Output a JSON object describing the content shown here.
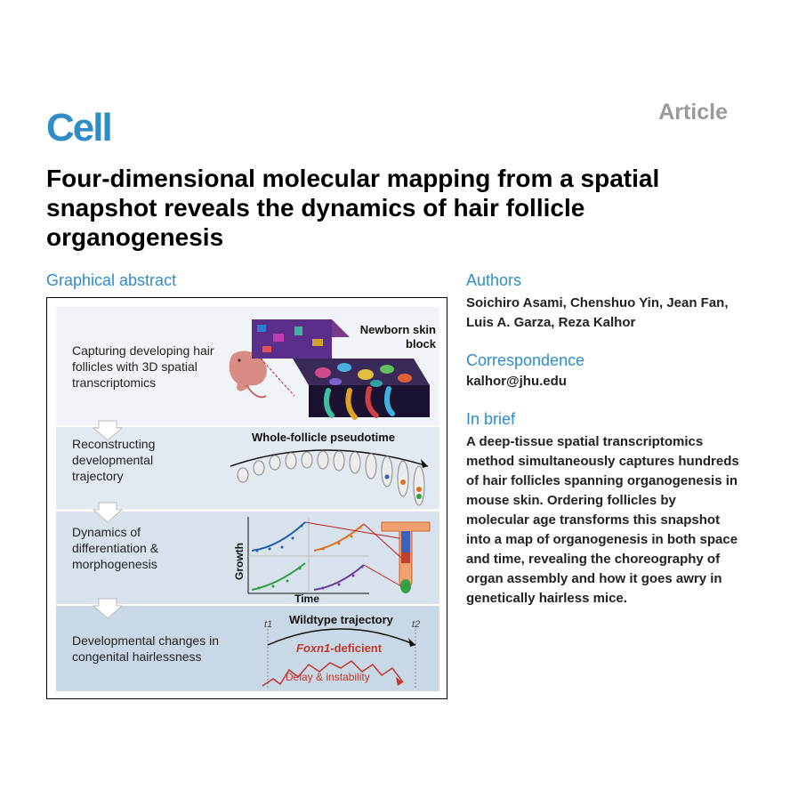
{
  "header": {
    "journal": "Cell",
    "article_type": "Article"
  },
  "title": "Four-dimensional molecular mapping from a spatial snapshot reveals the dynamics of hair follicle organogenesis",
  "graphical_abstract": {
    "heading": "Graphical abstract",
    "panels": [
      {
        "text": "Capturing developing hair follicles with 3D spatial transcriptomics",
        "label": "Newborn skin block"
      },
      {
        "text": "Reconstructing developmental trajectory",
        "label": "Whole-follicle pseudotime"
      },
      {
        "text": "Dynamics of differentiation & morphogenesis",
        "y_label": "Growth",
        "x_label": "Time"
      },
      {
        "text": "Developmental changes in congenital hairlessness",
        "label": "Wildtype trajectory",
        "t1": "t1",
        "t2": "t2",
        "mutant_gene": "Foxn1",
        "mutant_suffix": "-deficient",
        "mutant_label": "Delay & instability"
      }
    ]
  },
  "authors": {
    "heading": "Authors",
    "names": "Soichiro Asami, Chenshuo Yin, Jean Fan, Luis A. Garza, Reza Kalhor"
  },
  "correspondence": {
    "heading": "Correspondence",
    "email": "kalhor@jhu.edu"
  },
  "in_brief": {
    "heading": "In brief",
    "text": "A deep-tissue spatial transcriptomics method simultaneously captures hundreds of hair follicles spanning organogenesis in mouse skin. Ordering follicles by molecular age transforms this snapshot into a map of organogenesis in both space and time, revealing the choreography of organ assembly and how it goes awry in genetically hairless mice."
  },
  "colors": {
    "accent": "#2f8cc6",
    "muted": "#9a9a9a",
    "mutant": "#c0392b"
  }
}
